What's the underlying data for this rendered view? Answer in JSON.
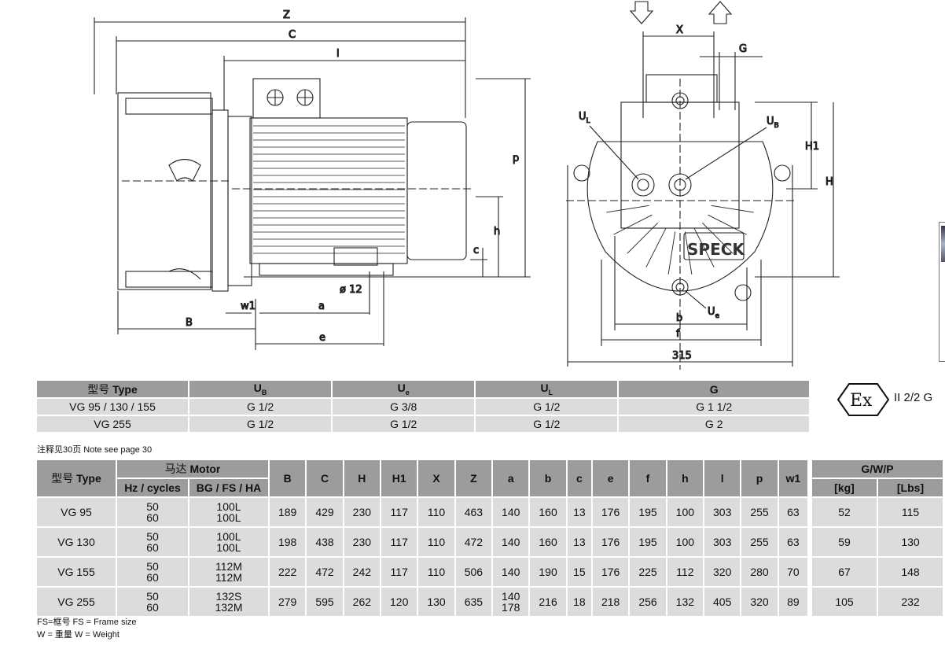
{
  "drawing": {
    "side_labels": {
      "Z": "Z",
      "C": "C",
      "l": "l",
      "p": "p",
      "h": "h",
      "c": "c",
      "w1": "w1",
      "a": "a",
      "B": "B",
      "e": "e",
      "d12": "ø 12"
    },
    "front_labels": {
      "X": "X",
      "G": "G",
      "UL": "U",
      "UB": "U",
      "H1": "H1",
      "H": "H",
      "b": "b",
      "f": "f",
      "Ue": "U",
      "w315": "315",
      "brand": "SPECK"
    },
    "sub_L": "L",
    "sub_B": "B",
    "sub_e": "e"
  },
  "connections": {
    "headers": {
      "type_cn": "型号",
      "type_en": "Type",
      "ub": "U",
      "ub_sub": "B",
      "ue": "U",
      "ue_sub": "e",
      "ul": "U",
      "ul_sub": "L",
      "g": "G"
    },
    "rows": [
      {
        "type": "VG 95 / 130 / 155",
        "ub": "G 1/2",
        "ue": "G 3/8",
        "ul": "G 1/2",
        "g": "G 1 1/2"
      },
      {
        "type": "VG 255",
        "ub": "G 1/2",
        "ue": "G 1/2",
        "ul": "G 1/2",
        "g": "G 2"
      }
    ]
  },
  "note_page": "注释见30页   Note see page 30",
  "atex": {
    "symbol": "Ex",
    "text": "II 2/2 G"
  },
  "dimensions": {
    "headers": {
      "type_cn": "型号",
      "type_en": "Type",
      "motor_cn": "马达",
      "motor_en": "Motor",
      "hz": "Hz / cycles",
      "bg": "BG / FS / HA",
      "cols": [
        "B",
        "C",
        "H",
        "H1",
        "X",
        "Z",
        "a",
        "b",
        "c",
        "e",
        "f",
        "h",
        "l",
        "p",
        "w1"
      ],
      "gwp": "G/W/P",
      "kg": "[kg]",
      "lbs": "[Lbs]"
    },
    "rows": [
      {
        "type": "VG 95",
        "hz1": "50",
        "hz2": "60",
        "m1": "100L",
        "m2": "100L",
        "vals": [
          "189",
          "429",
          "230",
          "117",
          "110",
          "463",
          "140",
          "160",
          "13",
          "176",
          "195",
          "100",
          "303",
          "255",
          "63"
        ],
        "a2": "",
        "kg": "52",
        "lbs": "115"
      },
      {
        "type": "VG 130",
        "hz1": "50",
        "hz2": "60",
        "m1": "100L",
        "m2": "100L",
        "vals": [
          "198",
          "438",
          "230",
          "117",
          "110",
          "472",
          "140",
          "160",
          "13",
          "176",
          "195",
          "100",
          "303",
          "255",
          "63"
        ],
        "a2": "",
        "kg": "59",
        "lbs": "130"
      },
      {
        "type": "VG 155",
        "hz1": "50",
        "hz2": "60",
        "m1": "112M",
        "m2": "112M",
        "vals": [
          "222",
          "472",
          "242",
          "117",
          "110",
          "506",
          "140",
          "190",
          "15",
          "176",
          "225",
          "112",
          "320",
          "280",
          "70"
        ],
        "a2": "",
        "kg": "67",
        "lbs": "148"
      },
      {
        "type": "VG 255",
        "hz1": "50",
        "hz2": "60",
        "m1": "132S",
        "m2": "132M",
        "vals": [
          "279",
          "595",
          "262",
          "120",
          "130",
          "635",
          "140",
          "216",
          "18",
          "218",
          "256",
          "132",
          "405",
          "320",
          "89"
        ],
        "a2": "178",
        "kg": "105",
        "lbs": "232"
      }
    ]
  },
  "footnotes": {
    "fs": "FS=框号  FS = Frame size",
    "w": "W = 重量  W = Weight"
  }
}
